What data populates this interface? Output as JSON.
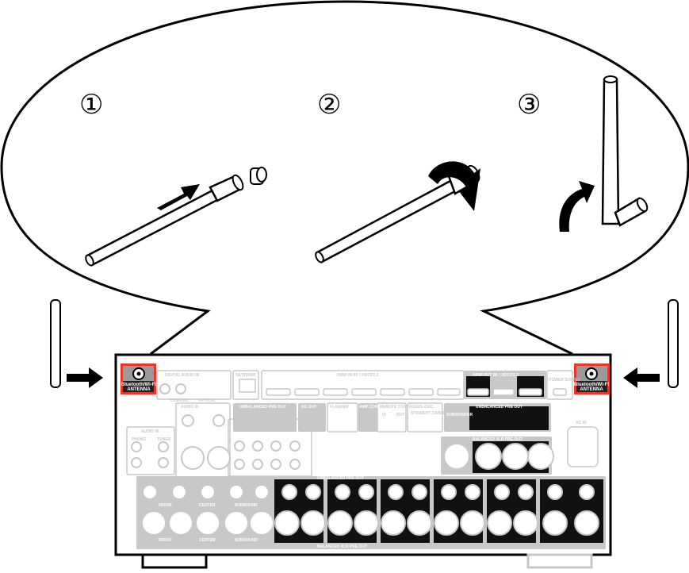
{
  "steps": [
    "①",
    "②",
    "③"
  ],
  "antenna_terminal": {
    "line1": "Bluetooth/Wi-Fi",
    "line2": "ANTENNA"
  },
  "panel_labels": {
    "digital_audio_in": "DIGITAL AUDIO IN",
    "coaxial": "COAXIAL",
    "optical": "OPTICAL",
    "network": "NETWORK",
    "hdmi_in": "HDMI IN 8K / HDCP2.3",
    "hdmi_out": "HDMI OUT 8K / HDCP2.3",
    "power_supply": "POWER SUPPLY",
    "audio_in": "AUDIO IN",
    "phono": "PHONO",
    "tuner": "TUNER",
    "unbalanced_pre_out": "UNBALANCED PRE OUT",
    "dc_out": "DC OUT",
    "flasher": "FLASHER",
    "amp_control": "AMP CONTROL",
    "remote_control": "REMOTE CONTROL",
    "in": "IN",
    "out": "OUT",
    "rs232c": "RS-232C",
    "straight_cable": "STRAIGHT CABLE",
    "subwoofer": "SUBWOOFER",
    "balanced_xlr_pre_out": "BALANCED XLR PRE OUT",
    "ac_in": "AC IN",
    "front": "FRONT",
    "center": "CENTER",
    "surround": "SURROUND"
  },
  "colors": {
    "highlight": "#e8362a",
    "panel_gray": "#c8c8c8",
    "line": "#000000"
  }
}
